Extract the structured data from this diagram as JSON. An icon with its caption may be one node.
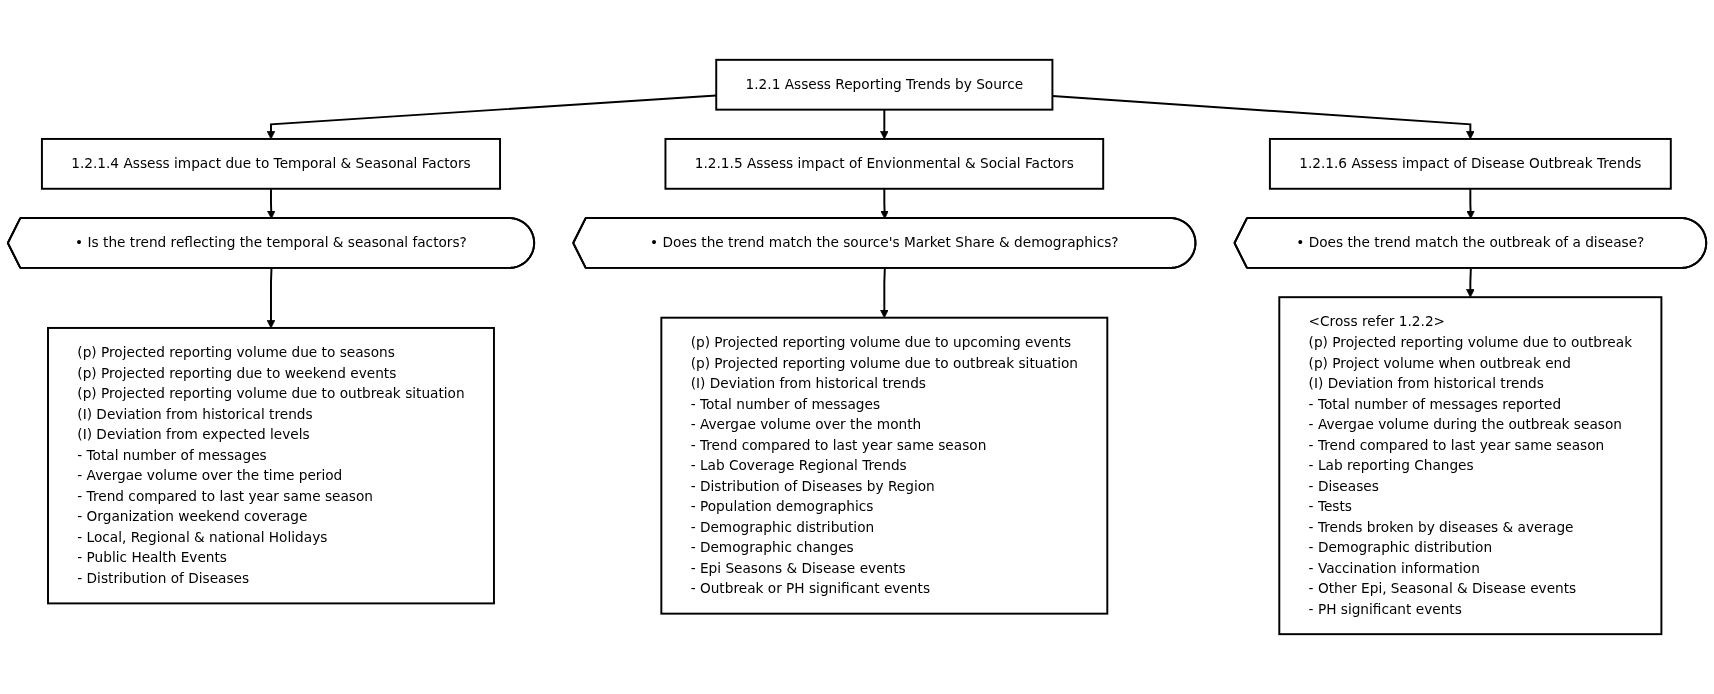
{
  "diagram": {
    "nodes": [
      {
        "text": [
          "1.2.1 Assess Reporting Trends by Source"
        ]
      },
      {
        "text": [
          "1.2.1.4 Assess impact due to Temporal & Seasonal Factors"
        ]
      },
      {
        "text": [
          "1.2.1.5 Assess impact of Envionmental & Social Factors"
        ]
      },
      {
        "text": [
          "1.2.1.6 Assess impact of Disease Outbreak Trends"
        ]
      },
      {
        "text": [
          "• Is the trend reflecting the temporal & seasonal factors?"
        ]
      },
      {
        "text": [
          "• Does the trend match the source's Market Share & demographics?"
        ]
      },
      {
        "text": [
          "• Does the trend match the outbreak of a disease?"
        ]
      },
      {
        "text": [
          "(p) Projected reporting volume due to seasons",
          "(p) Projected reporting due to weekend events",
          "(p) Projected reporting volume due to outbreak situation",
          "(I) Deviation from historical trends",
          "(I) Deviation from expected levels",
          "- Total number of messages",
          "- Avergae volume over the time period",
          "- Trend compared to last year same season",
          "- Organization weekend coverage",
          "- Local, Regional & national Holidays",
          "- Public Health Events",
          "- Distribution of Diseases"
        ]
      },
      {
        "text": [
          "(p) Projected reporting volume due to upcoming events",
          "(p) Projected reporting volume due to outbreak situation",
          "(I) Deviation from historical trends",
          "- Total number of messages",
          "- Avergae volume over the month",
          "- Trend compared to last year same season",
          "- Lab Coverage Regional Trends",
          "- Distribution of Diseases by Region",
          "- Population demographics",
          "- Demographic distribution",
          "- Demographic changes",
          "- Epi Seasons & Disease events",
          "- Outbreak or PH significant events"
        ]
      },
      {
        "text": [
          "<Cross refer 1.2.2>",
          "(p) Projected reporting volume due to outbreak",
          "(p) Project volume when outbreak end",
          "(I) Deviation from historical trends",
          "- Total number of messages reported",
          "- Avergae volume during the outbreak season",
          "- Trend compared to last year same season",
          "- Lab reporting Changes",
          "- Diseases",
          "- Tests",
          "- Trends broken by diseases & average",
          "- Demographic distribution",
          "- Vaccination information",
          "- Other Epi, Seasonal & Disease events",
          "- PH significant events"
        ]
      }
    ],
    "edges": [
      {
        "from": 0,
        "to": 1,
        "arrow": "to"
      },
      {
        "from": 0,
        "to": 2,
        "arrow": "to"
      },
      {
        "from": 0,
        "to": 3,
        "arrow": "to"
      },
      {
        "from": 1,
        "to": 4,
        "arrow": "to"
      },
      {
        "from": 2,
        "to": 5,
        "arrow": "to"
      },
      {
        "from": 3,
        "to": 6,
        "arrow": "to"
      },
      {
        "from": 4,
        "to": 7,
        "arrow": "to"
      },
      {
        "from": 5,
        "to": 8,
        "arrow": "to"
      },
      {
        "from": 6,
        "to": 9,
        "arrow": "to"
      }
    ]
  }
}
